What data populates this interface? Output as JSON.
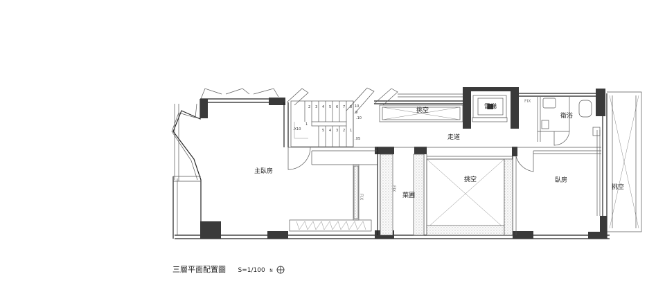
{
  "title": "三層平面配置圖",
  "scale": "S=1/100",
  "north_mark": "N",
  "rooms": {
    "master_bedroom": "主臥房",
    "void_1": "挑空",
    "elevator": "電梯",
    "bathroom": "衛浴",
    "corridor": "走道",
    "garden": "菜圃",
    "void_2": "挑空",
    "bedroom": "臥房",
    "void_3": "挑空"
  },
  "stairs": {
    "up_numbers": [
      "2",
      "3",
      "4",
      "5",
      "6",
      "7",
      "8"
    ],
    "down_numbers": [
      "5",
      "4",
      "3",
      "2",
      "1"
    ],
    "step_1": "1",
    "step_9": "9",
    "step_10": "10",
    "mark_top": ".10",
    "mark_left": ".X10",
    "mark_right": ".X5"
  },
  "fix_labels": [
    "FIX",
    "FIX",
    "FIX"
  ]
}
